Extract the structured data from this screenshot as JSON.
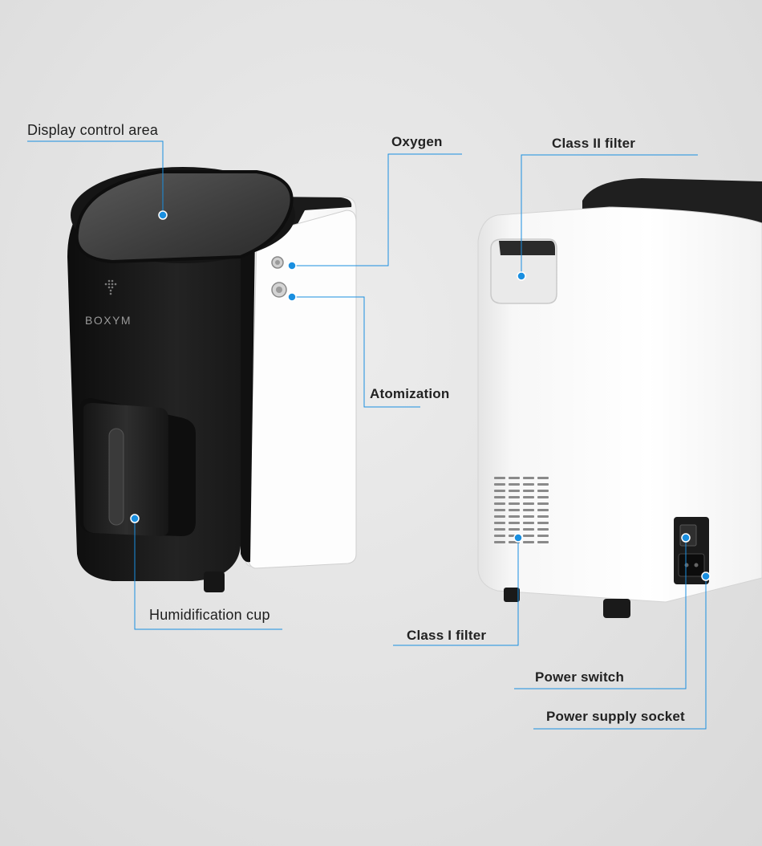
{
  "colors": {
    "accent_blue": "#1a8fe0",
    "device_black": "#1a1a1a",
    "device_white": "#fafafa",
    "background": "#e3e3e3"
  },
  "brand_text": "BOXYM",
  "callouts": {
    "display_control_area": "Display control area",
    "oxygen": "Oxygen",
    "atomization": "Atomization",
    "humidification_cup": "Humidification cup",
    "class_ii_filter": "Class II filter",
    "class_i_filter": "Class I filter",
    "power_switch": "Power switch",
    "power_supply_socket": "Power supply socket"
  }
}
